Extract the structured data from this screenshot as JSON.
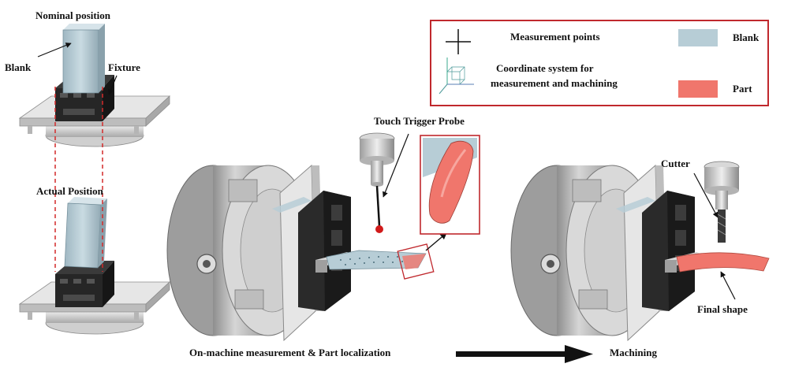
{
  "labels": {
    "nominal_position": "Nominal position",
    "actual_position": "Actual Position",
    "blank": "Blank",
    "fixture": "Fixture",
    "touch_trigger_probe": "Touch Trigger Probe",
    "cutter": "Cutter",
    "final_shape": "Final shape",
    "step_measurement": "On-machine measurement & Part localization",
    "step_machining": "Machining"
  },
  "legend": {
    "measurement_points": "Measurement points",
    "coordinate_system_line1": "Coordinate system for",
    "coordinate_system_line2": "measurement and machining",
    "blank": "Blank",
    "part": "Part"
  },
  "colors": {
    "blank": "#b7cdd6",
    "part": "#f0766c",
    "legend_border": "#c0282d",
    "probe_tip": "#d11a1a",
    "fixture": "#2b2b2b",
    "chuck": "#bfbfbf",
    "alignment_line": "#d42a2a",
    "axis_y": "#3aa98c",
    "axis_x": "#5a7fb5",
    "axis_z": "#4d9a9a"
  },
  "icons": {
    "measurement_point": "plus-cross-icon",
    "coordinate_system": "axes-cube-icon",
    "process_arrow": "arrow-right-icon"
  }
}
